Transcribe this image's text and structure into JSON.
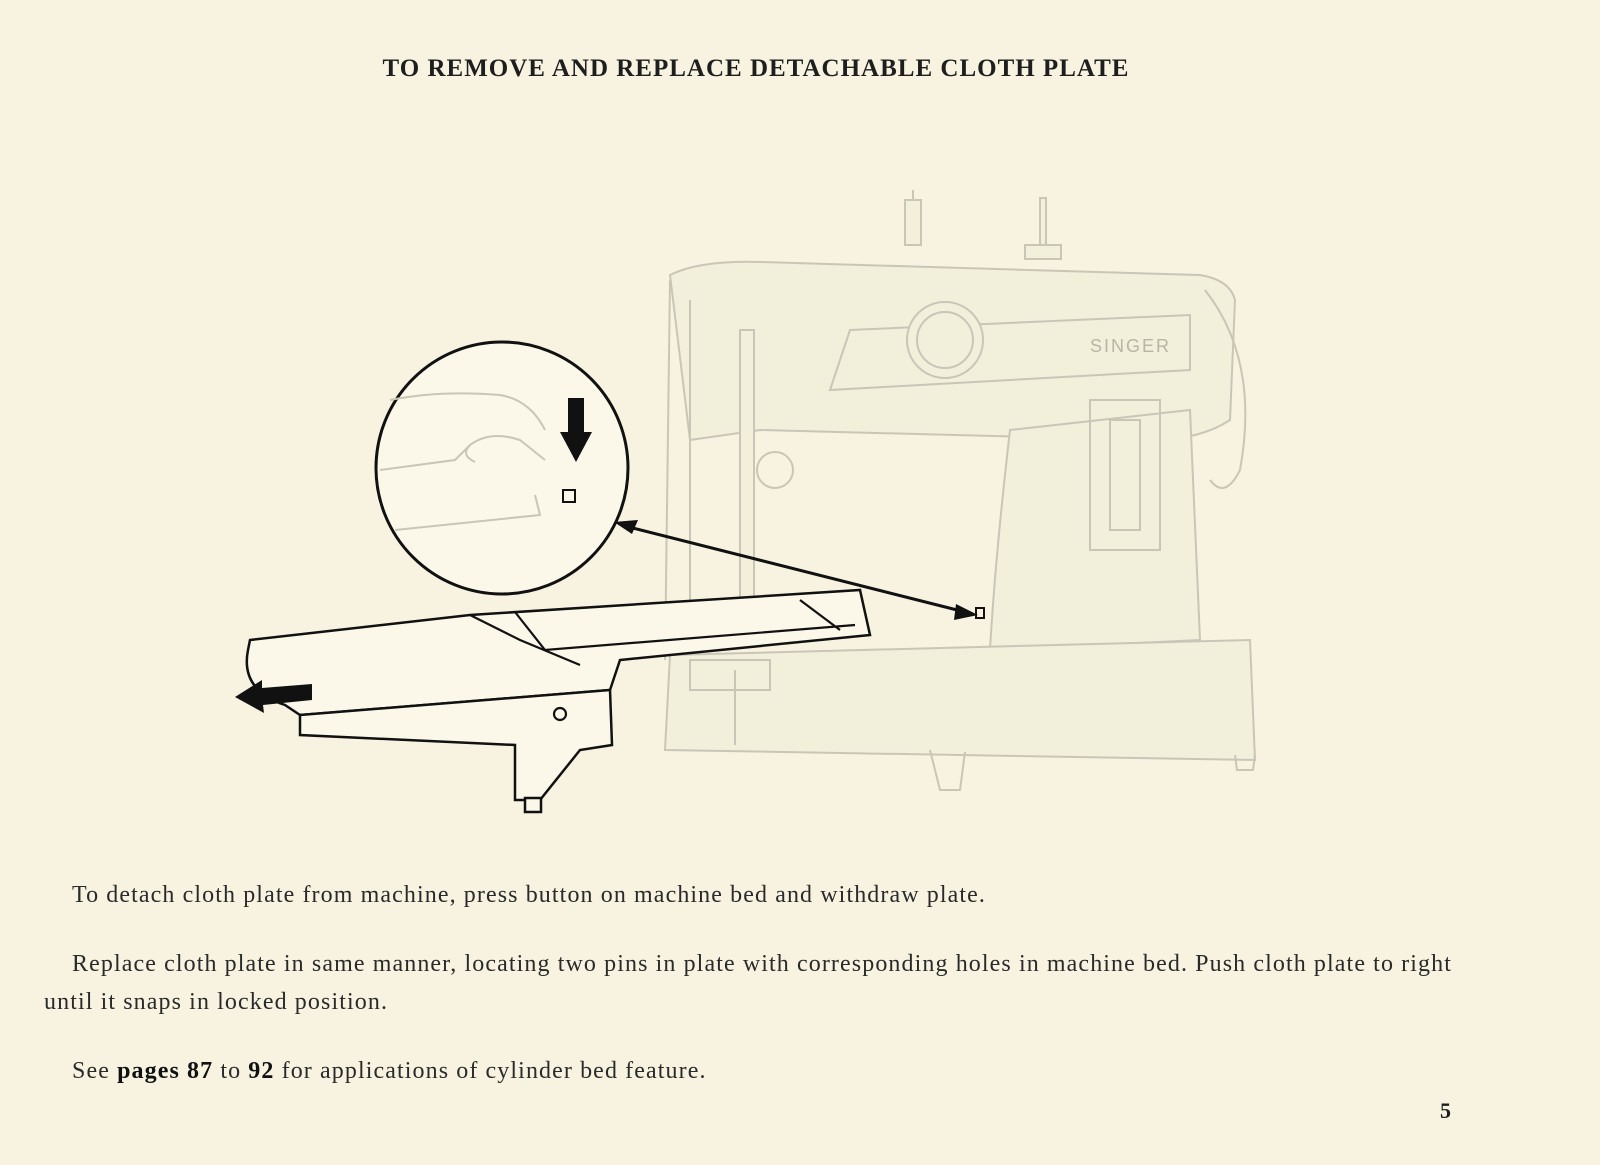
{
  "title": "TO REMOVE AND REPLACE DETACHABLE CLOTH PLATE",
  "illustration": {
    "brand_label": "SINGER"
  },
  "paragraphs": {
    "p1": "To detach cloth plate from machine, press button on machine bed and withdraw plate.",
    "p2": "Replace cloth plate in same manner, locating two pins in plate with corresponding holes in machine bed. Push cloth plate to right until it snaps in locked position.",
    "p3": {
      "see": "See",
      "pages_label": "pages 87",
      "to": "to",
      "end_page": "92",
      "rest": "for applications of cylinder bed feature."
    }
  },
  "page_number": "5"
}
